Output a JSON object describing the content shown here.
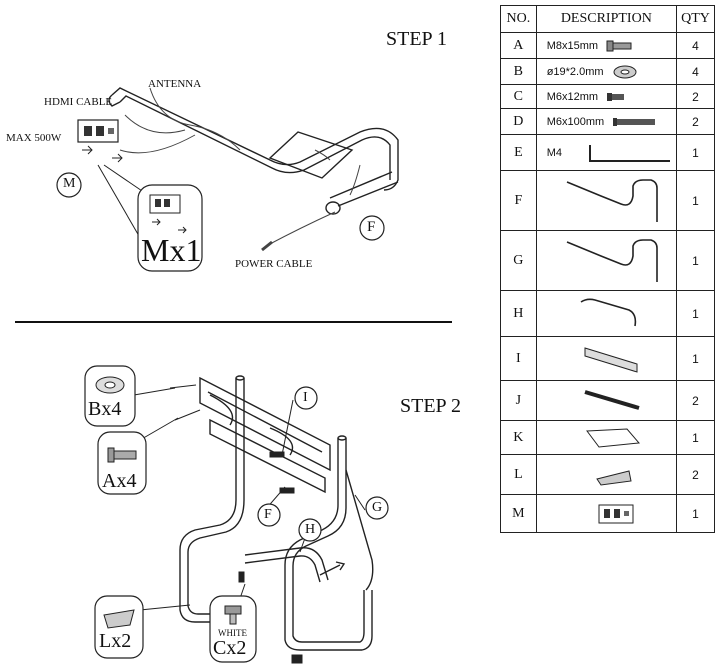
{
  "step1": {
    "title": "STEP 1",
    "labels": {
      "antenna": "ANTENNA",
      "hdmi": "HDMI CABLE",
      "max": "MAX 500W",
      "power": "POWER CABLE",
      "m": "M",
      "f": "F",
      "mx1": "Mx1"
    }
  },
  "step2": {
    "title": "STEP 2",
    "labels": {
      "bx4": "Bx4",
      "ax4": "Ax4",
      "lx2": "Lx2",
      "cx2": "Cx2",
      "white": "WHITE",
      "i": "I",
      "f": "F",
      "g": "G",
      "h": "H"
    }
  },
  "table": {
    "headers": {
      "no": "NO.",
      "description": "DESCRIPTION",
      "qty": "QTY"
    },
    "rows": [
      {
        "no": "A",
        "desc": "M8x15mm",
        "qty": "4",
        "icon": "bolt-icon"
      },
      {
        "no": "B",
        "desc": "ø19*2.0mm",
        "qty": "4",
        "icon": "washer-icon"
      },
      {
        "no": "C",
        "desc": "M6x12mm",
        "qty": "2",
        "icon": "short-screw-icon"
      },
      {
        "no": "D",
        "desc": "M6x100mm",
        "qty": "2",
        "icon": "long-screw-icon"
      },
      {
        "no": "E",
        "desc": "M4",
        "qty": "1",
        "icon": "allen-key-icon"
      },
      {
        "no": "F",
        "desc": "",
        "qty": "1",
        "icon": "frame-f-icon"
      },
      {
        "no": "G",
        "desc": "",
        "qty": "1",
        "icon": "frame-g-icon"
      },
      {
        "no": "H",
        "desc": "",
        "qty": "1",
        "icon": "crossbar-h-icon"
      },
      {
        "no": "I",
        "desc": "",
        "qty": "1",
        "icon": "bracket-i-icon"
      },
      {
        "no": "J",
        "desc": "",
        "qty": "2",
        "icon": "rail-j-icon"
      },
      {
        "no": "K",
        "desc": "",
        "qty": "1",
        "icon": "plate-k-icon"
      },
      {
        "no": "L",
        "desc": "",
        "qty": "2",
        "icon": "foot-l-icon"
      },
      {
        "no": "M",
        "desc": "",
        "qty": "1",
        "icon": "power-strip-icon"
      }
    ]
  }
}
